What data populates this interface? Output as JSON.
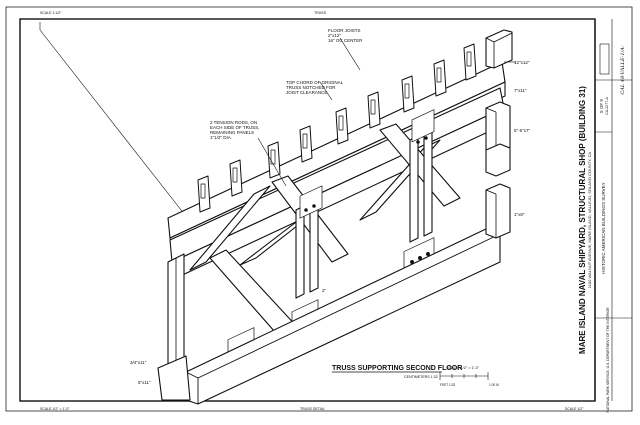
{
  "sheet": {
    "scale_top_left": "SCALE 1:1/2\"",
    "scale_top_mid": "TRUSS",
    "scale_bottom_left": "SCALE 1/2\" = 1'-0\"",
    "scale_bottom_mid": "TRUSS DETAIL",
    "scale_bottom_right": "SCALE 1/2\""
  },
  "drawing": {
    "title": "TRUSS SUPPORTING SECOND FLOOR",
    "title_scale": "SCALE: 1/2\" = 1'-0\"",
    "scale_bar_label": "CENTIMETERS 1:32",
    "scale_bar_end": "1.00 M",
    "scale_bar_feet": "FEET 1:32",
    "notes": {
      "floor_joists": [
        "FLOOR JOISTS",
        "2\"x12\"",
        "16\" OC CENTER"
      ],
      "top_chord": [
        "TOP CHORD OF ORIGINAL",
        "TRUSS NOTCHED FOR",
        "JOIST CLEARANCE"
      ],
      "tension_rods": [
        "2 TENSION RODS, ON",
        "EACH SIDE OF TRUSS,",
        "REMAINING PANELS",
        "1\"1/2\" DIA."
      ]
    },
    "dims": {
      "top_right_a": "12\"x12\"",
      "top_right_b": "7\"x11\"",
      "mid_right": "5\"-6\"x7\"",
      "low_right": "1\"x8\"",
      "left_a": "3/4\"x11\"",
      "left_b": "5\"x11\"",
      "center": "2\""
    }
  },
  "title_block": {
    "title": "MARE ISLAND NAVAL SHIPYARD, STRUCTURAL SHOP (BUILDING 31)",
    "address": "1100 WALNUT AVENUE, MARE ISLAND, VALLEJO, SOLANO COUNTY, CA",
    "survey": "HISTORIC AMERICAN BUILDINGS SURVEY",
    "agency": "NATIONAL PARK SERVICE, U.S. DEPARTMENT OF THE INTERIOR",
    "sheet_no": "5 OF 9",
    "survey_no": "CA-2277-A",
    "handwritten": "CAL 48-VALLE-1/A-"
  }
}
